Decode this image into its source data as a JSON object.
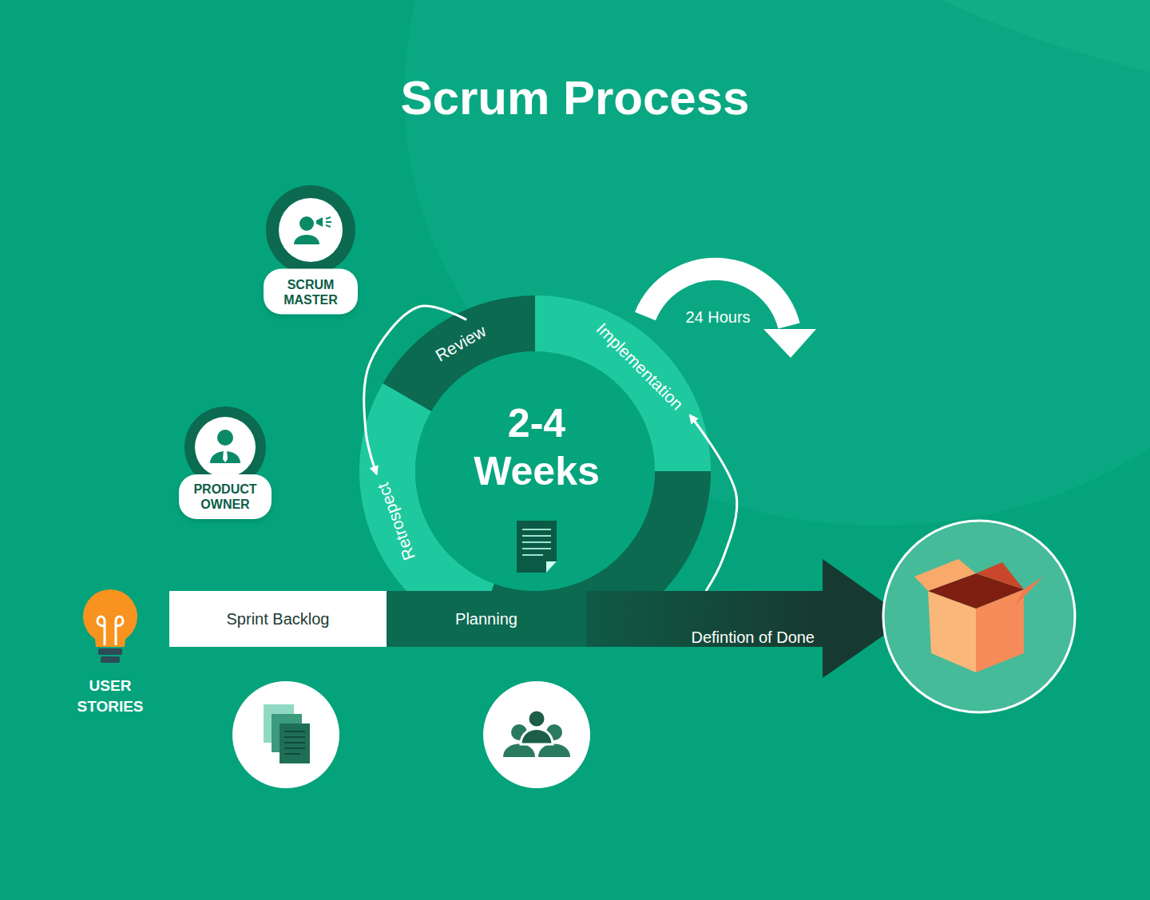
{
  "diagram": {
    "title": "Scrum Process",
    "nodes": [
      {
        "text": [
          "SCRUM MASTER"
        ]
      },
      {
        "text": [
          "Review"
        ]
      },
      {
        "text": [
          "Implementation"
        ]
      },
      {
        "text": [
          "PRODUCT OWNER"
        ]
      },
      {
        "text": [
          "Retrospect"
        ]
      },
      {
        "text": [
          "Sprint Backlog"
        ]
      },
      {
        "text": [
          "Planning"
        ]
      },
      {
        "text": [
          "Defintion of Done"
        ]
      }
    ],
    "edges": [
      {
        "from": 7,
        "to": 2,
        "arrow": "to"
      },
      {
        "from": 1,
        "to": 4,
        "arrow": "to"
      }
    ],
    "labels": [
      "2-4 Weeks",
      "24 Hours",
      "USER STORIES"
    ]
  }
}
